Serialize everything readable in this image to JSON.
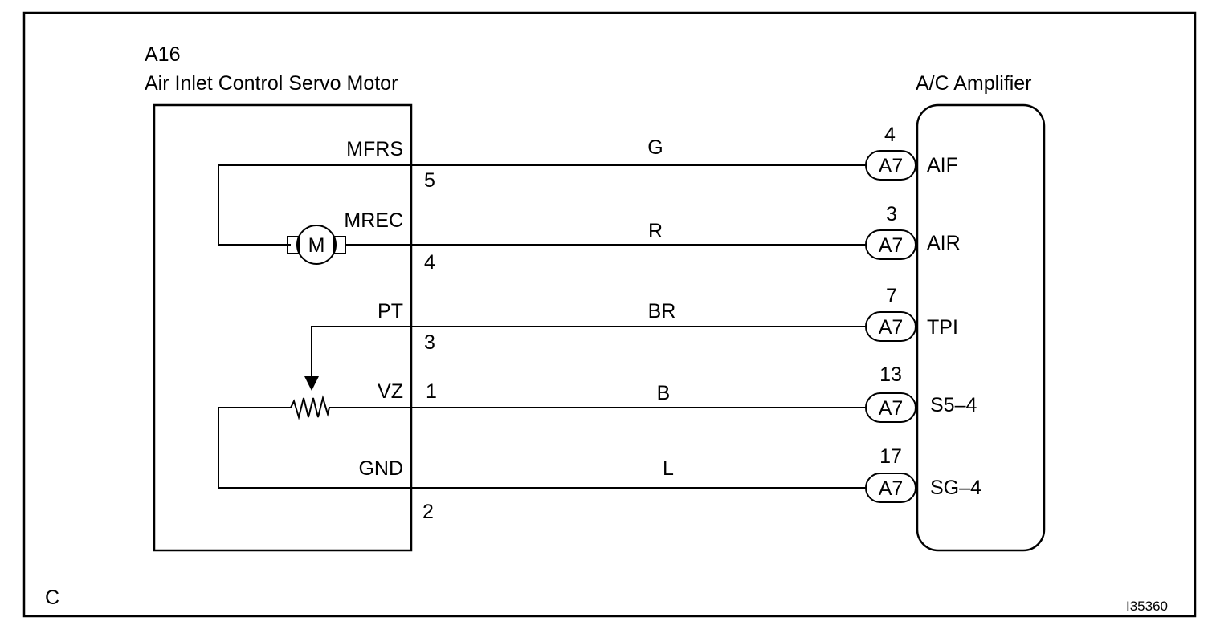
{
  "frame_letter": "C",
  "figure_id": "I35360",
  "left_component": {
    "code": "A16",
    "name": "Air Inlet Control Servo Motor",
    "motor_symbol": "M"
  },
  "right_component": {
    "name": "A/C Amplifier"
  },
  "wires": [
    {
      "pin_name": "MFRS",
      "pin_no": "5",
      "color": "G",
      "conn": "A7",
      "conn_pin": "4",
      "terminal": "AIF"
    },
    {
      "pin_name": "MREC",
      "pin_no": "4",
      "color": "R",
      "conn": "A7",
      "conn_pin": "3",
      "terminal": "AIR"
    },
    {
      "pin_name": "PT",
      "pin_no": "3",
      "color": "BR",
      "conn": "A7",
      "conn_pin": "7",
      "terminal": "TPI"
    },
    {
      "pin_name": "VZ",
      "pin_no": "1",
      "color": "B",
      "conn": "A7",
      "conn_pin": "13",
      "terminal": "S5–4"
    },
    {
      "pin_name": "GND",
      "pin_no": "2",
      "color": "L",
      "conn": "A7",
      "conn_pin": "17",
      "terminal": "SG–4"
    }
  ]
}
